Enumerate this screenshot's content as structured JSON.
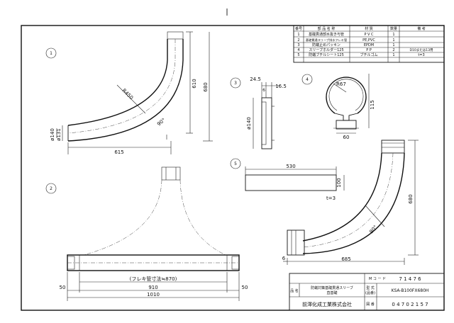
{
  "parts_table": {
    "headers": [
      "番号",
      "部 品 名 称",
      "材 質",
      "数量",
      "備 考"
    ],
    "rows": [
      [
        "1",
        "基礎貫通部水抜き与管",
        "P V C",
        "1",
        ""
      ],
      [
        "2",
        "基礎貫通スリーブ排水フレキ管",
        "PE,PVC",
        "1",
        ""
      ],
      [
        "3",
        "防蟻止めパッキン",
        "EPDM",
        "1",
        ""
      ],
      [
        "4",
        "スリーブホルダー125",
        "P P",
        "2",
        "D10または13用"
      ],
      [
        "5",
        "防蟻ブチルシート125",
        "ブチルゴム",
        "1",
        "t=3"
      ]
    ]
  },
  "view_numbers": [
    "1",
    "2",
    "3",
    "4",
    "5"
  ],
  "view1_dims": {
    "d140": "ø140",
    "d131": "ø131",
    "r450": "R450",
    "angle": "90°",
    "w615": "615",
    "h610": "610",
    "h680": "680"
  },
  "view2_dims": {
    "flex": "(フレキ管寸法≒870)",
    "w910": "910",
    "w1010": "1010",
    "e50l": "50",
    "e50r": "50"
  },
  "view3_dims": {
    "w245": "24.5",
    "w6": "6",
    "w165": "16.5",
    "d140": "ø140"
  },
  "view4_dims": {
    "r67": "R67",
    "h115": "115",
    "w60": "60"
  },
  "view5_dims": {
    "w530": "530",
    "h100": "100",
    "t3": "t=3"
  },
  "iso_dims": {
    "h680": "680",
    "w685": "685",
    "w6": "6",
    "angle": "90°"
  },
  "title_block": {
    "mcode_label": "M コ ー ド",
    "mcode": "7 1 4 7 6",
    "name_label": "品 名",
    "name_line1": "防蟻対策基礎貫通スリーブ",
    "name_line2": "直基礎",
    "model_label_1": "型 式",
    "model_label_2": "(品番)",
    "model": "KSA-B100FX680H",
    "company": "前澤化成工業株式会社",
    "drawing_label": "図 番",
    "drawing_no": "0 4 7 0 2 1 5 7"
  }
}
